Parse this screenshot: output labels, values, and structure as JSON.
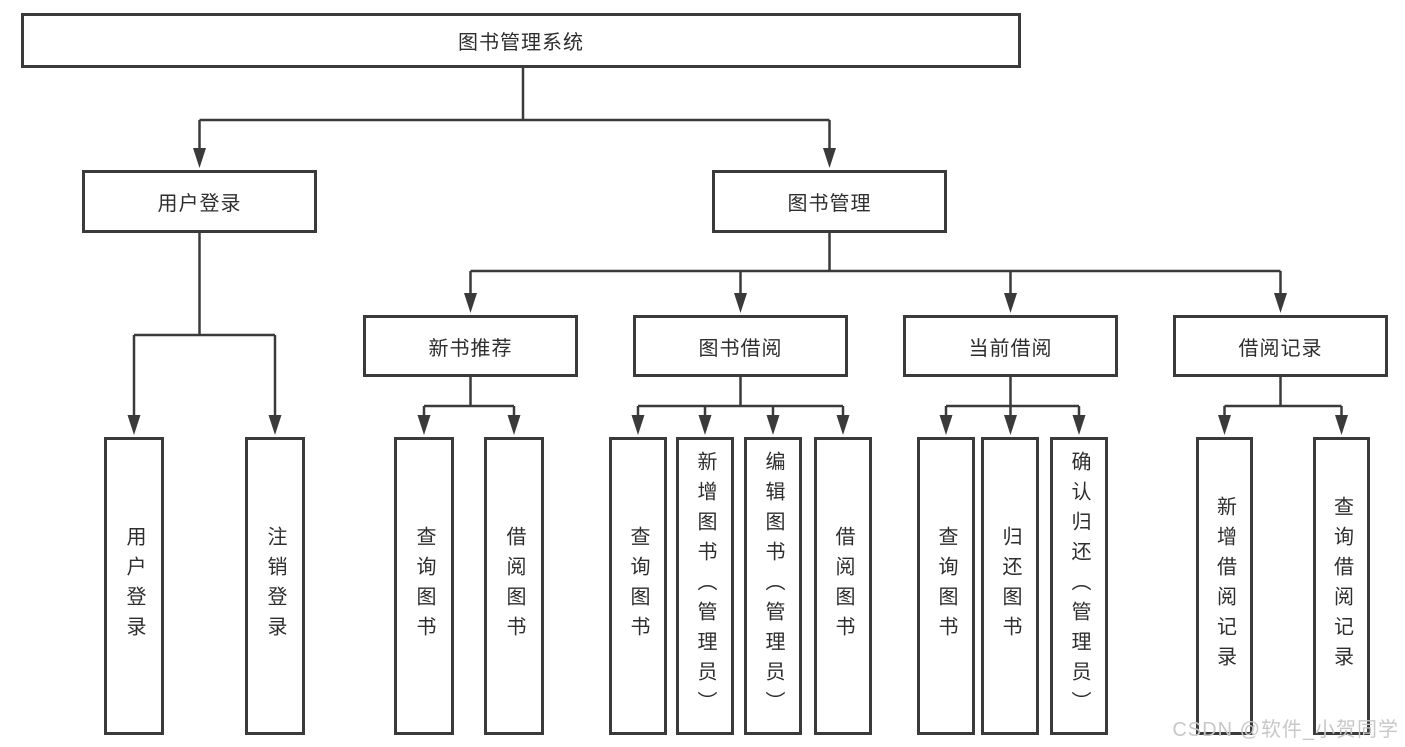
{
  "diagram": {
    "root": {
      "label": "图书管理系统"
    },
    "level2": [
      {
        "label": "用户登录"
      },
      {
        "label": "图书管理"
      }
    ],
    "level3": [
      {
        "label": "新书推荐"
      },
      {
        "label": "图书借阅"
      },
      {
        "label": "当前借阅"
      },
      {
        "label": "借阅记录"
      }
    ],
    "leaves": {
      "user_login": [
        "用户登录",
        "注销登录"
      ],
      "new_book_recommend": [
        "查询图书",
        "借阅图书"
      ],
      "book_borrow": [
        "查询图书",
        "新增图书（管理员）",
        "编辑图书（管理员）",
        "借阅图书"
      ],
      "current_borrow": [
        "查询图书",
        "归还图书",
        "确认归还（管理员）"
      ],
      "borrow_records": [
        "新增借阅记录",
        "查询借阅记录"
      ]
    }
  },
  "watermark": {
    "text": "CSDN @软件_小贺同学"
  },
  "colors": {
    "line": "#3a3a3a",
    "text": "#2e2e2e",
    "watermark": "#c8c8c8",
    "background": "#ffffff"
  }
}
